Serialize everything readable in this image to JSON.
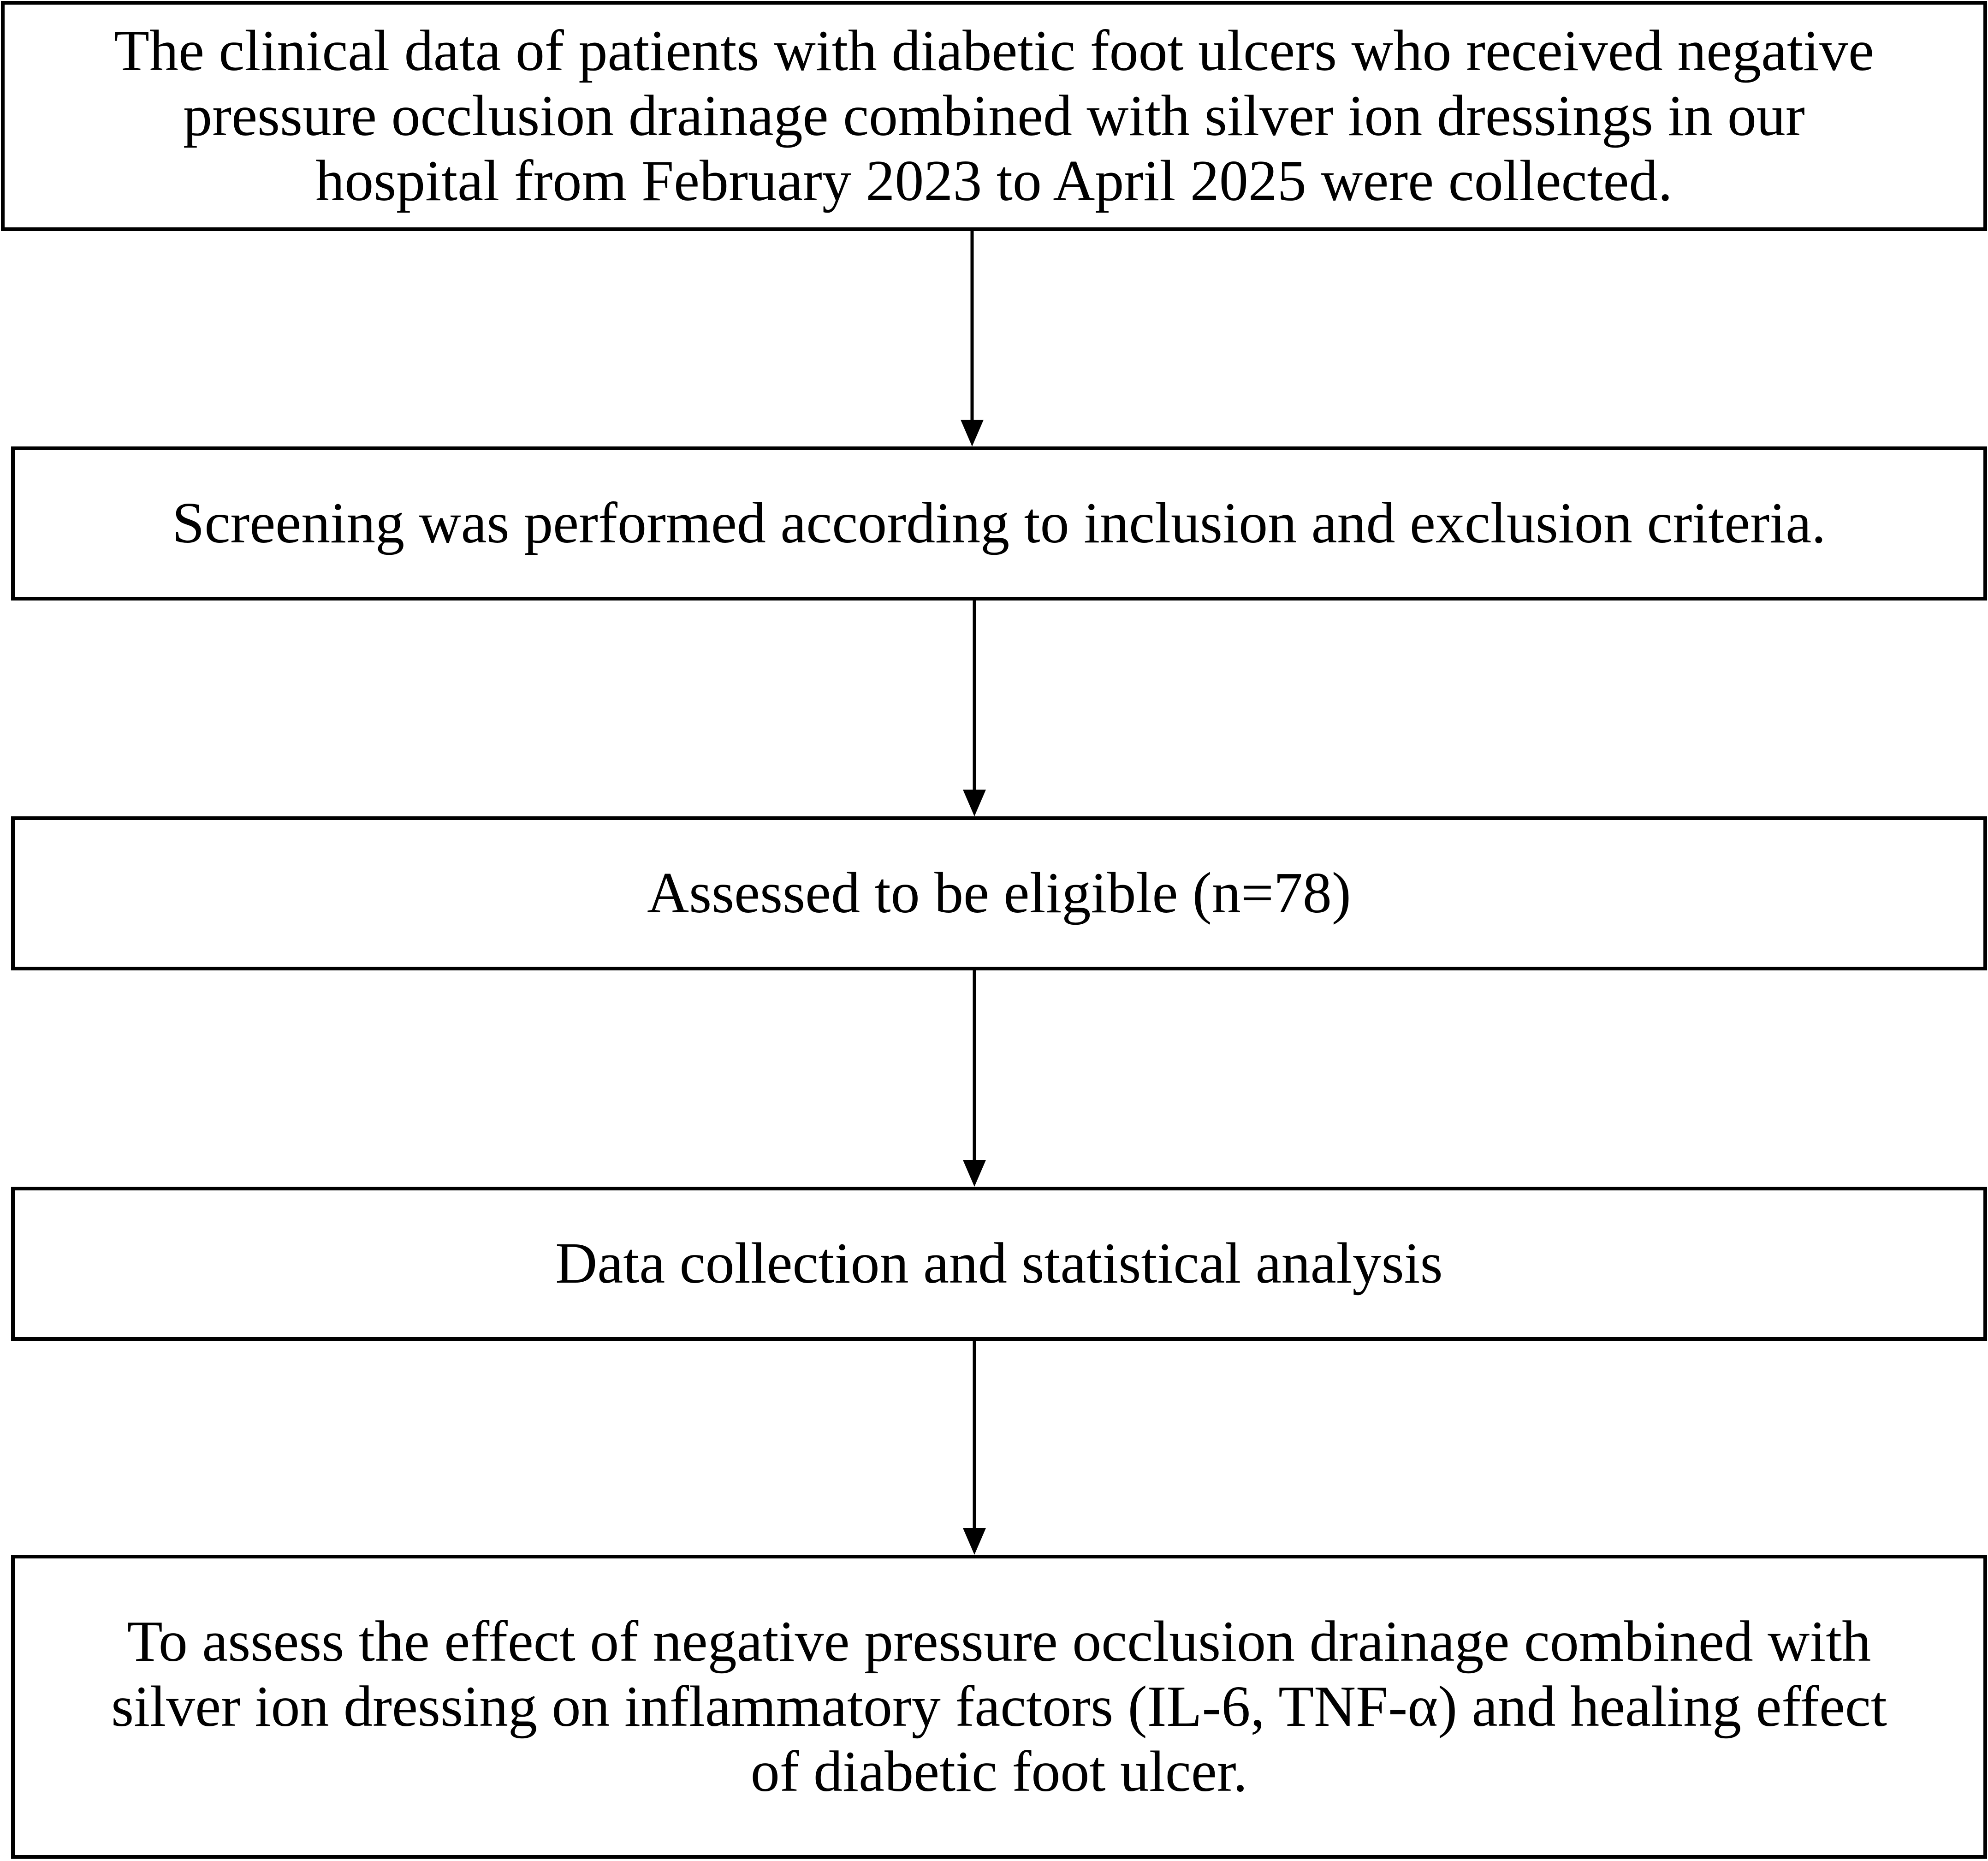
{
  "flowchart": {
    "steps": [
      {
        "text": "The clinical data of patients with diabetic foot ulcers who received negative\npressure occlusion drainage combined with silver ion dressings in our\nhospital from February 2023 to April 2025 were collected."
      },
      {
        "text": "Screening was performed according to inclusion and exclusion criteria."
      },
      {
        "text": "Assessed to be eligible (n=78)"
      },
      {
        "text": "Data collection and statistical analysis"
      },
      {
        "text": "To assess the effect of negative pressure occlusion drainage combined with\nsilver ion dressing on inflammatory factors (IL-6, TNF-α) and healing effect\nof diabetic foot ulcer."
      }
    ],
    "colors": {
      "stroke": "#000000",
      "background": "#ffffff",
      "text": "#000000"
    }
  }
}
